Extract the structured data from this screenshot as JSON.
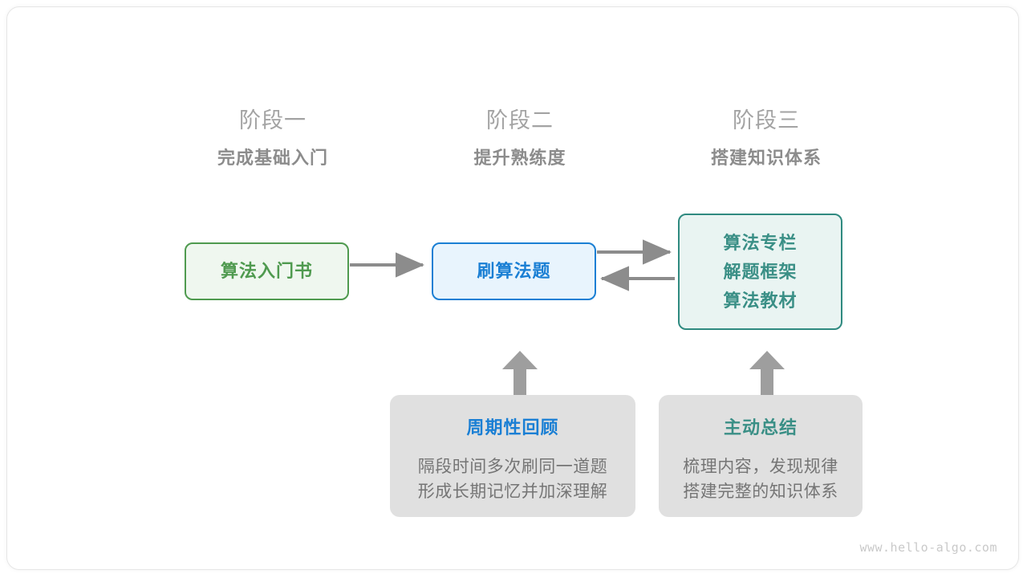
{
  "diagram": {
    "watermark": "www.hello-algo.com",
    "colors": {
      "green": "#4f9a4f",
      "blue": "#1a7fd4",
      "teal": "#3a8f86",
      "gray_arrow": "#8c8c8c",
      "note_bg": "#e0e0e0",
      "stage_num": "#a3a3a3",
      "stage_title": "#8c8c8c"
    },
    "stages": [
      {
        "number": "阶段一",
        "title": "完成基础入门"
      },
      {
        "number": "阶段二",
        "title": "提升熟练度"
      },
      {
        "number": "阶段三",
        "title": "搭建知识体系"
      }
    ],
    "nodes": [
      {
        "id": "book",
        "lines": [
          "算法入门书"
        ]
      },
      {
        "id": "practice",
        "lines": [
          "刷算法题"
        ]
      },
      {
        "id": "system",
        "lines": [
          "算法专栏",
          "解题框架",
          "算法教材"
        ]
      }
    ],
    "notes": [
      {
        "id": "review",
        "title": "周期性回顾",
        "body_lines": [
          "隔段时间多次刷同一道题",
          "形成长期记忆并加深理解"
        ]
      },
      {
        "id": "summary",
        "title": "主动总结",
        "body_lines": [
          "梳理内容，发现规律",
          "搭建完整的知识体系"
        ]
      }
    ],
    "arrows": [
      {
        "id": "book-to-practice",
        "direction": "right"
      },
      {
        "id": "practice-to-system",
        "direction": "right"
      },
      {
        "id": "system-to-practice",
        "direction": "left"
      },
      {
        "id": "review-to-practice",
        "direction": "up"
      },
      {
        "id": "summary-to-system",
        "direction": "up"
      }
    ]
  }
}
